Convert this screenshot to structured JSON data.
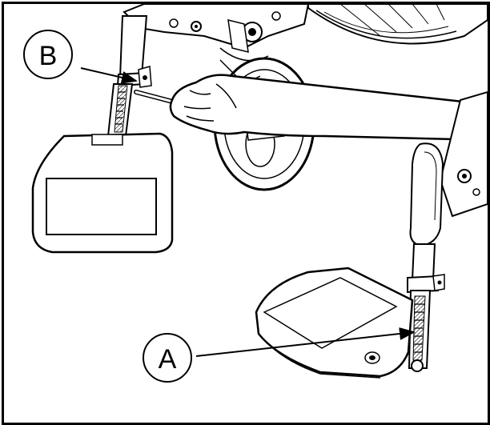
{
  "callouts": [
    {
      "id": "B",
      "label": "B"
    },
    {
      "id": "A",
      "label": "A"
    }
  ],
  "colors": {
    "line": "#000000",
    "fill": "#ffffff",
    "shade": "#d8d8d8",
    "dark": "#555555"
  }
}
